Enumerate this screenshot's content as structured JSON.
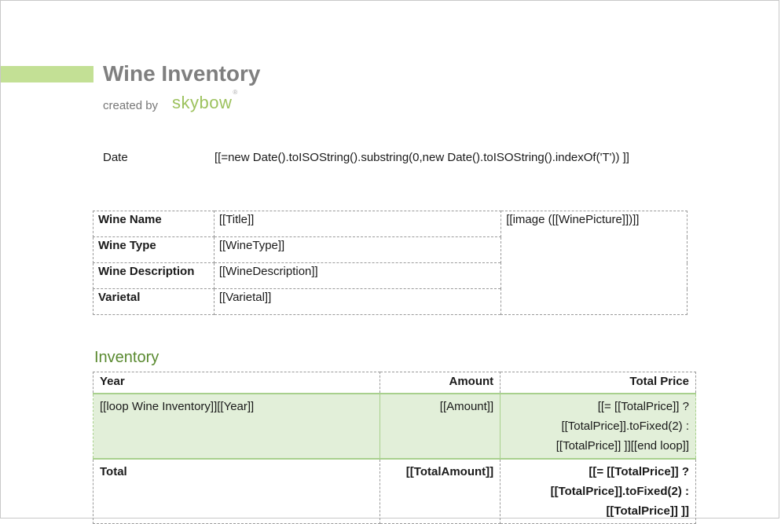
{
  "document": {
    "title": "Wine Inventory",
    "created_by": "created by",
    "logo_text": "skybow",
    "logo_mark": "®",
    "colors": {
      "accent": "#c3e095",
      "heading_green": "#5a8a30",
      "loop_row": "#e2efd9"
    }
  },
  "date": {
    "label": "Date",
    "value": "[[=new Date().toISOString().substring(0,new Date().toISOString().indexOf('T')) ]]"
  },
  "info_table": {
    "rows": [
      {
        "label": "Wine Name",
        "value": "[[Title]]"
      },
      {
        "label": "Wine Type",
        "value": "[[WineType]]"
      },
      {
        "label": "Wine Description",
        "value": "[[WineDescription]]"
      },
      {
        "label": "Varietal",
        "value": "[[Varietal]]"
      }
    ],
    "image_placeholder": "[[image ([[WinePicture]])]]"
  },
  "inventory": {
    "heading": "Inventory",
    "headers": {
      "year": "Year",
      "amount": "Amount",
      "total_price": "Total Price"
    },
    "loop_row": {
      "year": "[[loop Wine Inventory]][[Year]]",
      "amount": "[[Amount]]",
      "total_price": "[[= [[TotalPrice]] ? [[TotalPrice]].toFixed(2) : [[TotalPrice]] ]][[end loop]]"
    },
    "total_row": {
      "label": "Total",
      "amount": "[[TotalAmount]]",
      "total_price": "[[= [[TotalPrice]] ? [[TotalPrice]].toFixed(2) : [[TotalPrice]] ]]"
    }
  }
}
